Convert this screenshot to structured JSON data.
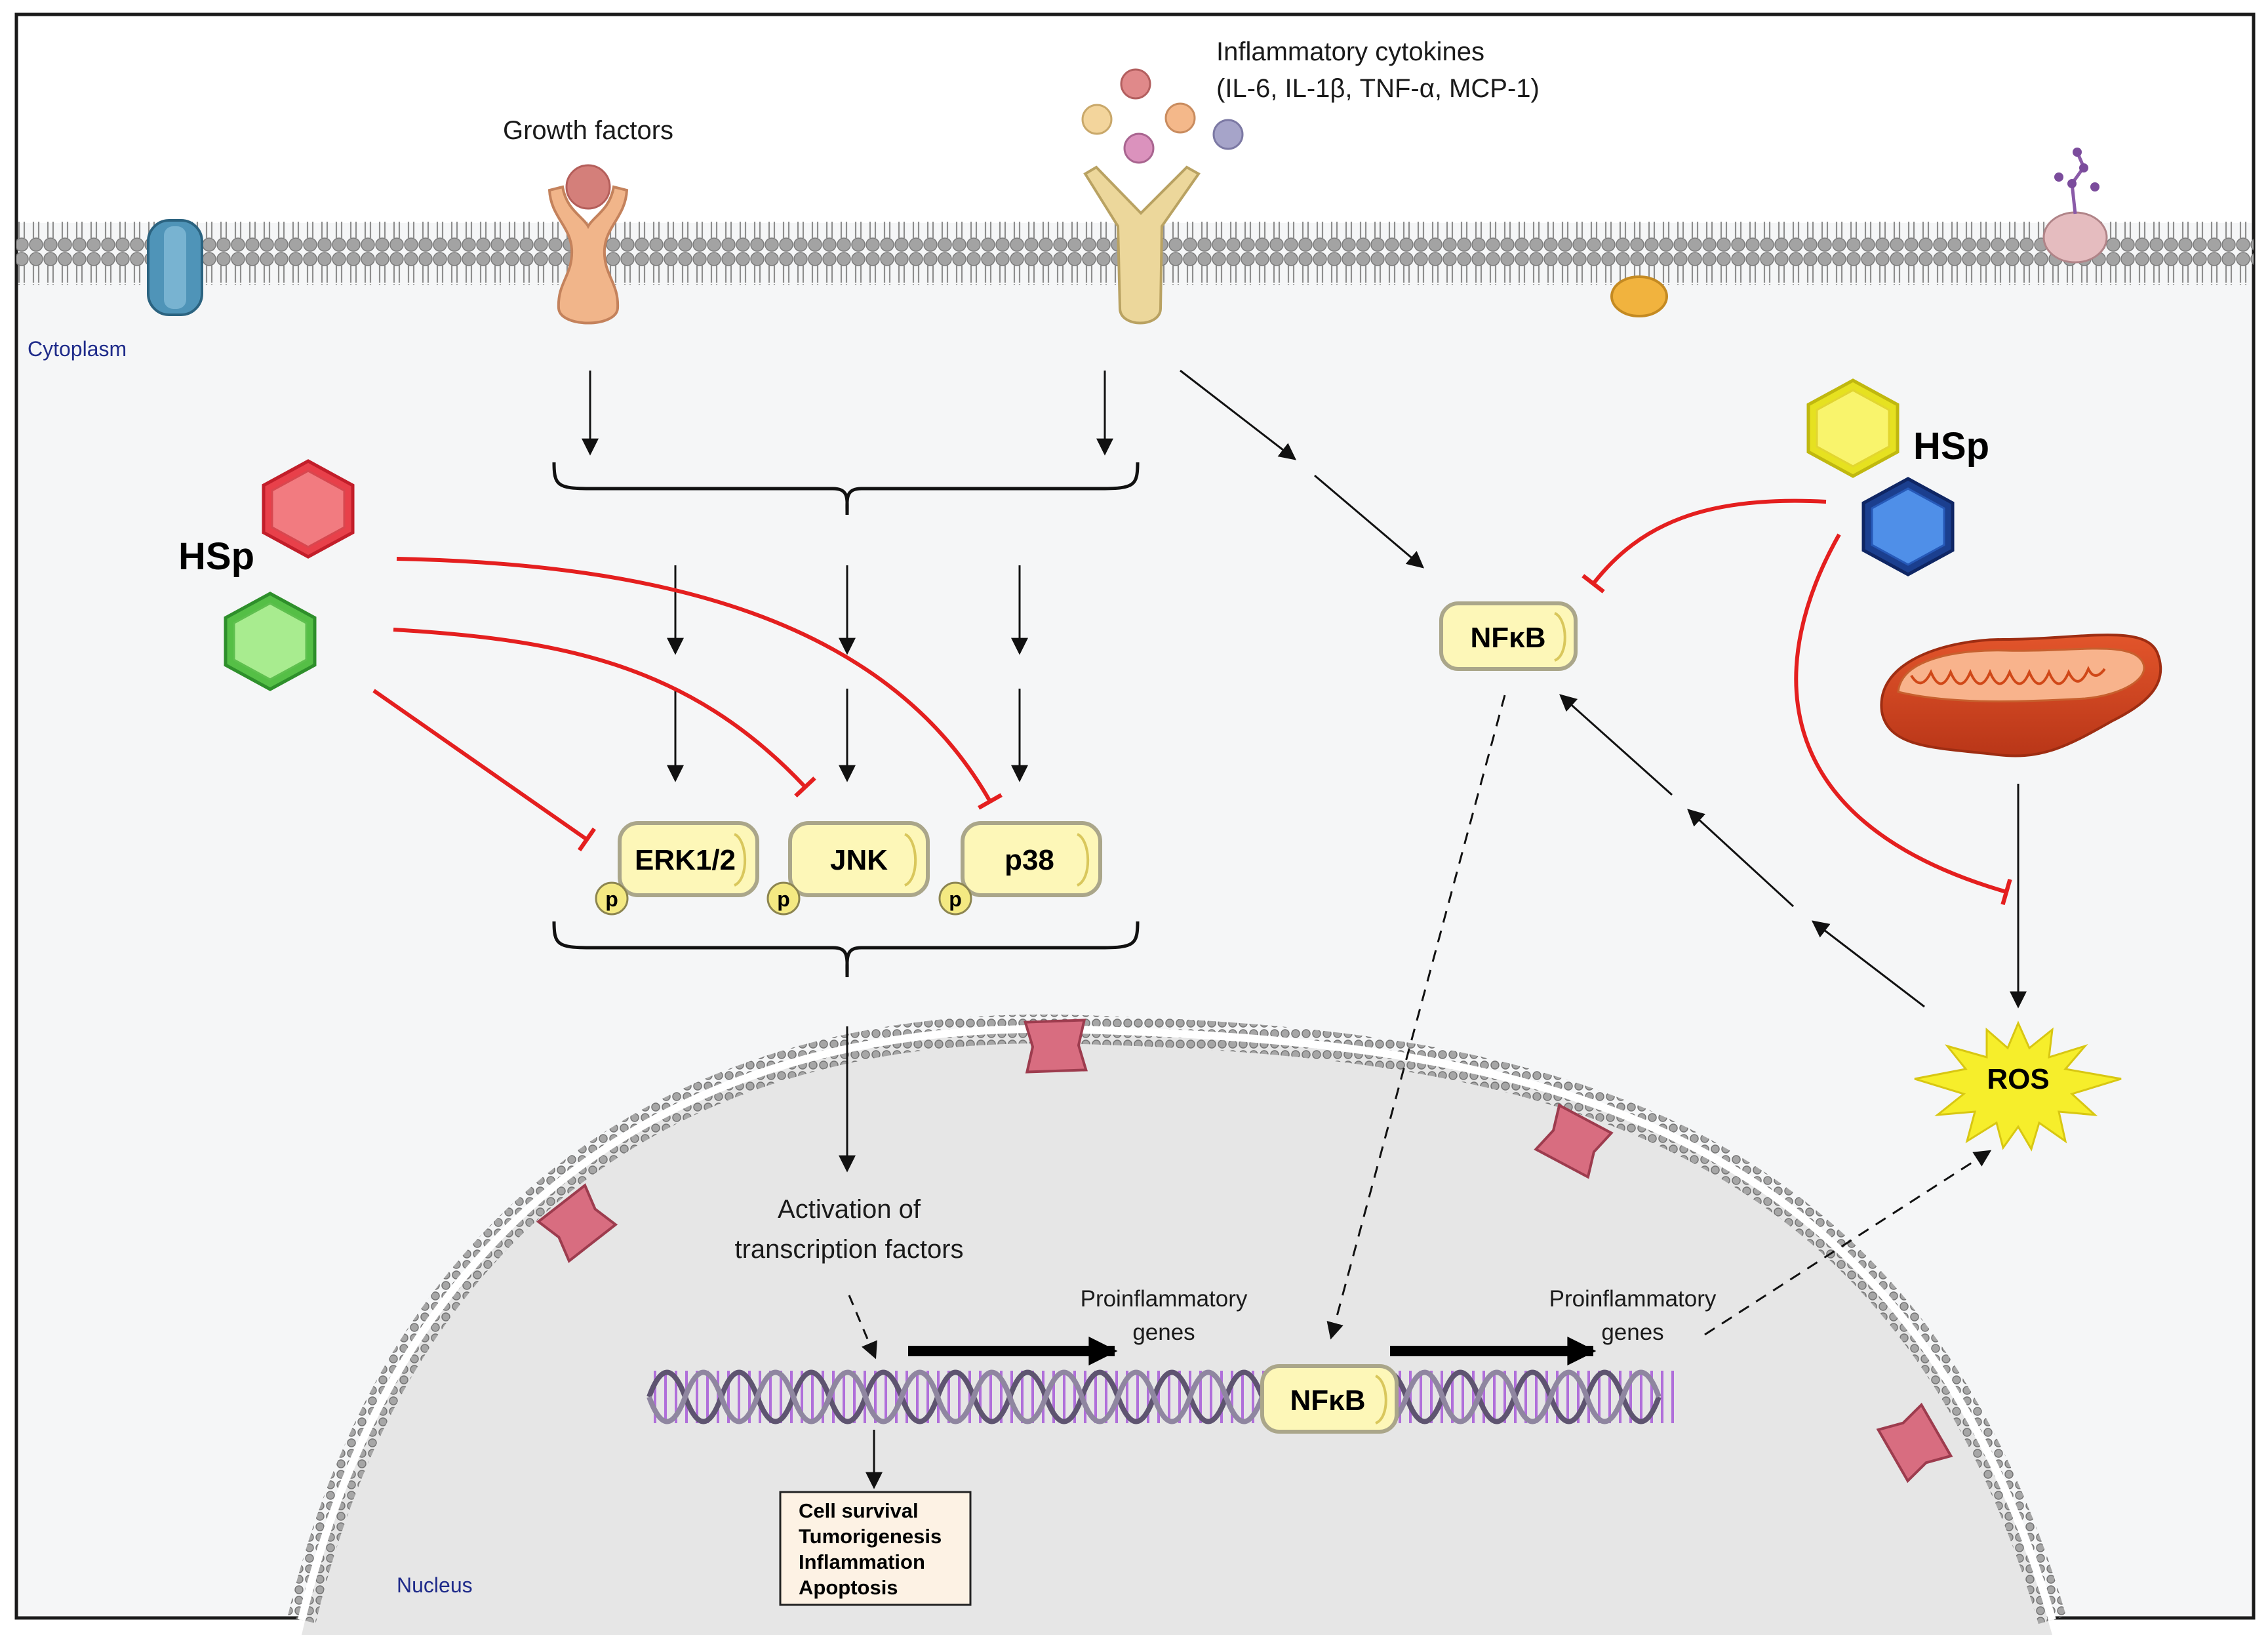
{
  "labels": {
    "growth_factors": "Growth factors",
    "cytokines_line1": "Inflammatory cytokines",
    "cytokines_line2": "(IL-6, IL-1β, TNF-α, MCP-1)",
    "cytoplasm": "Cytoplasm",
    "nucleus": "Nucleus",
    "activation_line1": "Activation of",
    "activation_line2": "transcription factors",
    "proinflam_1_line1": "Proinflammatory",
    "proinflam_1_line2": "genes",
    "proinflam_2_line1": "Proinflammatory",
    "proinflam_2_line2": "genes"
  },
  "nodes": {
    "erk": "ERK1/2",
    "jnk": "JNK",
    "p38": "p38",
    "nfkb_cyto": "NFκB",
    "nfkb_nucleus": "NFκB",
    "ros": "ROS",
    "phospho": "p"
  },
  "hsp": {
    "left": "HSp",
    "right": "HSp"
  },
  "outcomes": [
    "Cell survival",
    "Tumorigenesis",
    "Inflammation",
    "Apoptosis"
  ],
  "colors": {
    "inhibition": "#e41f1f",
    "node_fill": "#fdf7b8",
    "node_border": "#c0b86a",
    "ros_fill": "#f6ee2b",
    "membrane": "#9a9a9a",
    "nucleus_fill": "#e6e6e6",
    "cytoplasm_fill": "#f5f6f7",
    "dna_purple": "#9b4fd0",
    "hsp_red": "#f06a6e",
    "hsp_green": "#9de68a",
    "hsp_yellow": "#f6f05a",
    "hsp_blue": "#3c7de0"
  }
}
